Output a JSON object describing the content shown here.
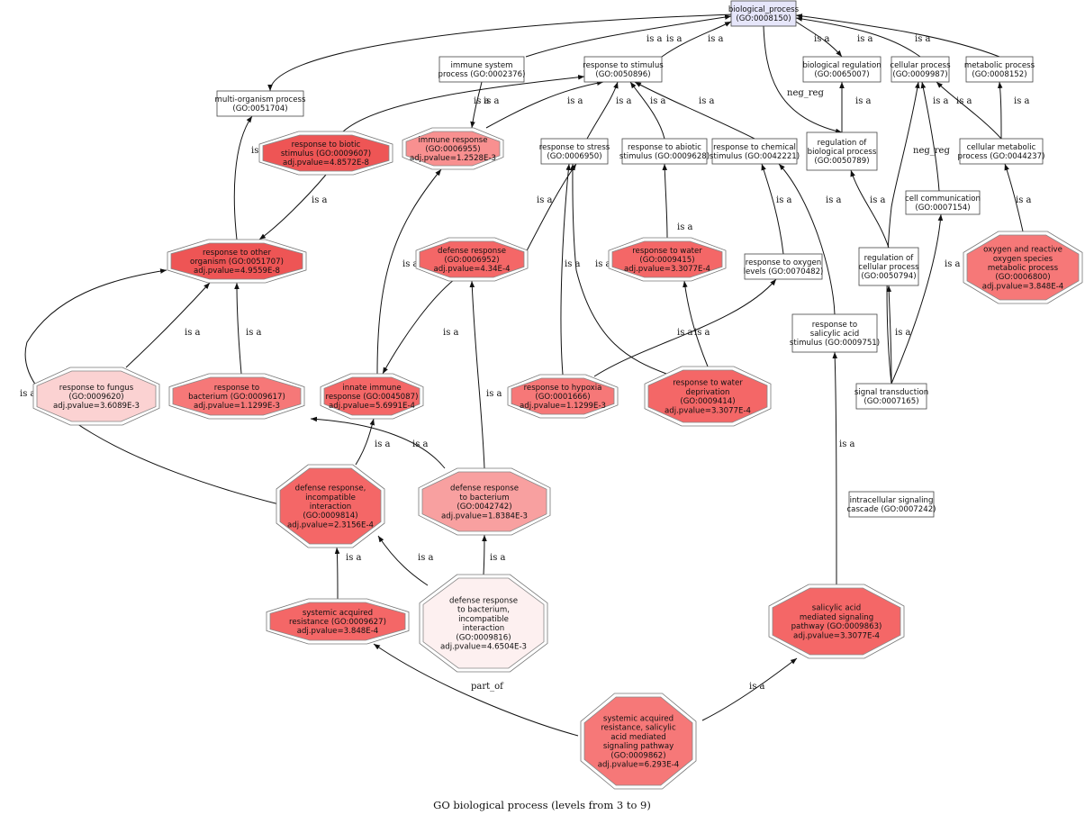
{
  "caption": "GO biological process (levels from 3 to 9)",
  "colors": {
    "root_fill": "#e6e6fa",
    "box_fill": "#ffffff",
    "sig_levels": {
      "l1": "#ee5555",
      "l2": "#f46767",
      "l3": "#f67878",
      "l4": "#f89090",
      "l5": "#f8a0a0",
      "l6": "#fbd2d2",
      "l7": "#fdf0f0"
    }
  },
  "nodes": [
    {
      "id": "bp",
      "shape": "box",
      "root": true,
      "lines": [
        "biological_process",
        "(GO:0008150)"
      ]
    },
    {
      "id": "iproc",
      "shape": "box",
      "lines": [
        "immune system",
        "process (GO:0002376)"
      ]
    },
    {
      "id": "rstim",
      "shape": "box",
      "lines": [
        "response to stimulus",
        "(GO:0050896)"
      ]
    },
    {
      "id": "breg",
      "shape": "box",
      "lines": [
        "biological regulation",
        "(GO:0065007)"
      ]
    },
    {
      "id": "cproc",
      "shape": "box",
      "lines": [
        "cellular process",
        "(GO:0009987)"
      ]
    },
    {
      "id": "mproc",
      "shape": "box",
      "lines": [
        "metabolic process",
        "(GO:0008152)"
      ]
    },
    {
      "id": "morg",
      "shape": "box",
      "lines": [
        "multi-organism process",
        "(GO:0051704)"
      ]
    },
    {
      "id": "rbiot",
      "shape": "oct",
      "level": "l1",
      "lines": [
        "response to biotic",
        "stimulus (GO:0009607)",
        "adj.pvalue=4.8572E-8"
      ]
    },
    {
      "id": "immr",
      "shape": "oct",
      "level": "l4",
      "lines": [
        "immune response",
        "(GO:0006955)",
        "adj.pvalue=1.2528E-3"
      ]
    },
    {
      "id": "rstress",
      "shape": "box",
      "lines": [
        "response to stress",
        "(GO:0006950)"
      ]
    },
    {
      "id": "rabio",
      "shape": "box",
      "lines": [
        "response to abiotic",
        "stimulus (GO:0009628)"
      ]
    },
    {
      "id": "rchem",
      "shape": "box",
      "lines": [
        "response to chemical",
        "stimulus (GO:0042221)"
      ]
    },
    {
      "id": "regbp",
      "shape": "box",
      "lines": [
        "regulation of",
        "biological process",
        "(GO:0050789)"
      ]
    },
    {
      "id": "cmeta",
      "shape": "box",
      "lines": [
        "cellular metabolic",
        "process (GO:0044237)"
      ]
    },
    {
      "id": "ccomm",
      "shape": "box",
      "lines": [
        "cell communication",
        "(GO:0007154)"
      ]
    },
    {
      "id": "rorg",
      "shape": "oct",
      "level": "l1",
      "lines": [
        "response to other",
        "organism (GO:0051707)",
        "adj.pvalue=4.9559E-8"
      ]
    },
    {
      "id": "defr",
      "shape": "oct",
      "level": "l2",
      "lines": [
        "defense response",
        "(GO:0006952)",
        "adj.pvalue=4.34E-4"
      ]
    },
    {
      "id": "rwater",
      "shape": "oct",
      "level": "l2",
      "lines": [
        "response to water",
        "(GO:0009415)",
        "adj.pvalue=3.3077E-4"
      ]
    },
    {
      "id": "roxy",
      "shape": "box",
      "lines": [
        "response to oxygen",
        "levels (GO:0070482)"
      ]
    },
    {
      "id": "regcp",
      "shape": "box",
      "lines": [
        "regulation of",
        "cellular process",
        "(GO:0050794)"
      ]
    },
    {
      "id": "oxros",
      "shape": "oct",
      "level": "l3",
      "lines": [
        "oxygen and reactive",
        "oxygen species",
        "metabolic process",
        "(GO:0006800)",
        "adj.pvalue=3.848E-4"
      ]
    },
    {
      "id": "rsali",
      "shape": "box",
      "lines": [
        "response to",
        "salicylic acid",
        "stimulus (GO:0009751)"
      ]
    },
    {
      "id": "rfung",
      "shape": "oct",
      "level": "l6",
      "lines": [
        "response to fungus",
        "(GO:0009620)",
        "adj.pvalue=3.6089E-3"
      ]
    },
    {
      "id": "rbact",
      "shape": "oct",
      "level": "l3",
      "lines": [
        "response to",
        "bacterium (GO:0009617)",
        "adj.pvalue=1.1299E-3"
      ]
    },
    {
      "id": "innate",
      "shape": "oct",
      "level": "l2",
      "lines": [
        "innate immune",
        "response (GO:0045087)",
        "adj.pvalue=5.6991E-4"
      ]
    },
    {
      "id": "rhyp",
      "shape": "oct",
      "level": "l3",
      "lines": [
        "response to hypoxia",
        "(GO:0001666)",
        "adj.pvalue=1.1299E-3"
      ]
    },
    {
      "id": "rwdep",
      "shape": "oct",
      "level": "l2",
      "lines": [
        "response to water",
        "deprivation",
        "(GO:0009414)",
        "adj.pvalue=3.3077E-4"
      ]
    },
    {
      "id": "sigtr",
      "shape": "box",
      "lines": [
        "signal transduction",
        "(GO:0007165)"
      ]
    },
    {
      "id": "drinc",
      "shape": "oct",
      "level": "l2",
      "lines": [
        "defense response,",
        "incompatible",
        "interaction",
        "(GO:0009814)",
        "adj.pvalue=2.3156E-4"
      ]
    },
    {
      "id": "drbact",
      "shape": "oct",
      "level": "l5",
      "lines": [
        "defense response",
        "to bacterium",
        "(GO:0042742)",
        "adj.pvalue=1.8384E-3"
      ]
    },
    {
      "id": "icasc",
      "shape": "box",
      "lines": [
        "intracellular signaling",
        "cascade (GO:0007242)"
      ]
    },
    {
      "id": "sar",
      "shape": "oct",
      "level": "l2",
      "lines": [
        "systemic acquired",
        "resistance (GO:0009627)",
        "adj.pvalue=3.848E-4"
      ]
    },
    {
      "id": "drbinc",
      "shape": "oct",
      "level": "l7",
      "lines": [
        "defense response",
        "to bacterium,",
        "incompatible",
        "interaction",
        "(GO:0009816)",
        "adj.pvalue=4.6504E-3"
      ]
    },
    {
      "id": "samsp",
      "shape": "oct",
      "level": "l2",
      "lines": [
        "salicylic acid",
        "mediated signaling",
        "pathway (GO:0009863)",
        "adj.pvalue=3.3077E-4"
      ]
    },
    {
      "id": "sarsa",
      "shape": "oct",
      "level": "l3",
      "lines": [
        "systemic acquired",
        "resistance, salicylic",
        "acid mediated",
        "signaling pathway",
        "(GO:0009862)",
        "adj.pvalue=6.293E-4"
      ]
    }
  ],
  "edges": [
    {
      "id": "e1",
      "label": "is a"
    },
    {
      "id": "e2",
      "label": "is a"
    },
    {
      "id": "e3",
      "label": "is a"
    },
    {
      "id": "e4",
      "label": "is a"
    },
    {
      "id": "e5",
      "label": "is a"
    },
    {
      "id": "e6",
      "label": "is a"
    },
    {
      "id": "e7",
      "label": "neg_reg"
    },
    {
      "id": "e8",
      "label": "is a"
    },
    {
      "id": "e9",
      "label": "is a"
    },
    {
      "id": "e10",
      "label": "is a"
    },
    {
      "id": "e11",
      "label": "is a"
    },
    {
      "id": "e12",
      "label": "is a"
    },
    {
      "id": "e13",
      "label": "is a"
    },
    {
      "id": "e14",
      "label": "is a"
    },
    {
      "id": "e15",
      "label": "is a"
    },
    {
      "id": "e16",
      "label": "is a"
    },
    {
      "id": "e17",
      "label": "is a"
    },
    {
      "id": "e18",
      "label": "is a"
    },
    {
      "id": "e19",
      "label": "is a"
    },
    {
      "id": "e20",
      "label": "is a"
    },
    {
      "id": "e21",
      "label": "is a"
    },
    {
      "id": "e22",
      "label": "is a"
    },
    {
      "id": "e23",
      "label": "is a"
    },
    {
      "id": "e24",
      "label": "is a"
    },
    {
      "id": "e25",
      "label": "is a"
    },
    {
      "id": "e26",
      "label": "is a"
    },
    {
      "id": "e27",
      "label": "is a"
    },
    {
      "id": "e28",
      "label": "is a"
    },
    {
      "id": "e29",
      "label": "is a"
    },
    {
      "id": "e30",
      "label": "is a"
    },
    {
      "id": "e31",
      "label": "is a"
    },
    {
      "id": "e32",
      "label": "is a"
    },
    {
      "id": "e33",
      "label": "is a"
    },
    {
      "id": "e34",
      "label": "is a"
    },
    {
      "id": "e35",
      "label": "is a"
    },
    {
      "id": "e36",
      "label": "is a"
    },
    {
      "id": "e37",
      "label": "is a"
    },
    {
      "id": "e38",
      "label": "is a"
    },
    {
      "id": "e39",
      "label": "is a"
    },
    {
      "id": "e40",
      "label": "is a"
    },
    {
      "id": "e41",
      "label": "is a"
    },
    {
      "id": "e42",
      "label": "part_of"
    },
    {
      "id": "e43",
      "label": "is a"
    },
    {
      "id": "e44",
      "label": "neg_reg"
    },
    {
      "id": "e45",
      "label": "is a"
    },
    {
      "id": "e46",
      "label": "is a"
    }
  ]
}
